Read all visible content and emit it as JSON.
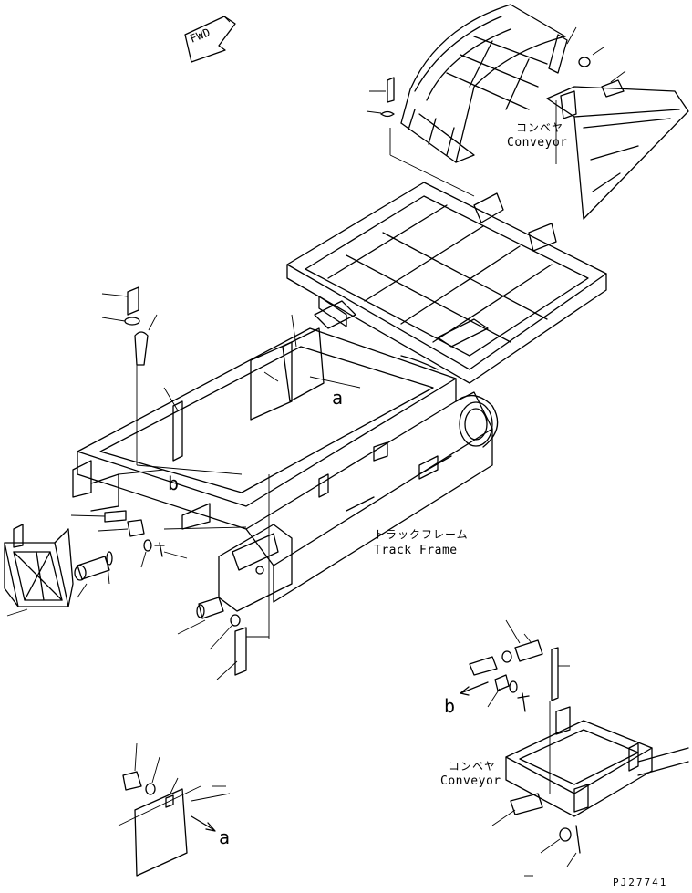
{
  "fwd": "FWD",
  "conveyor_top": {
    "jp": "コンベヤ",
    "en": "Conveyor"
  },
  "track_frame": {
    "jp": "トラックフレーム",
    "en": "Track Frame"
  },
  "conveyor_bottom": {
    "jp": "コンベヤ",
    "en": "Conveyor"
  },
  "ref_a": "a",
  "ref_b": "b",
  "part_code": "PJ27741"
}
